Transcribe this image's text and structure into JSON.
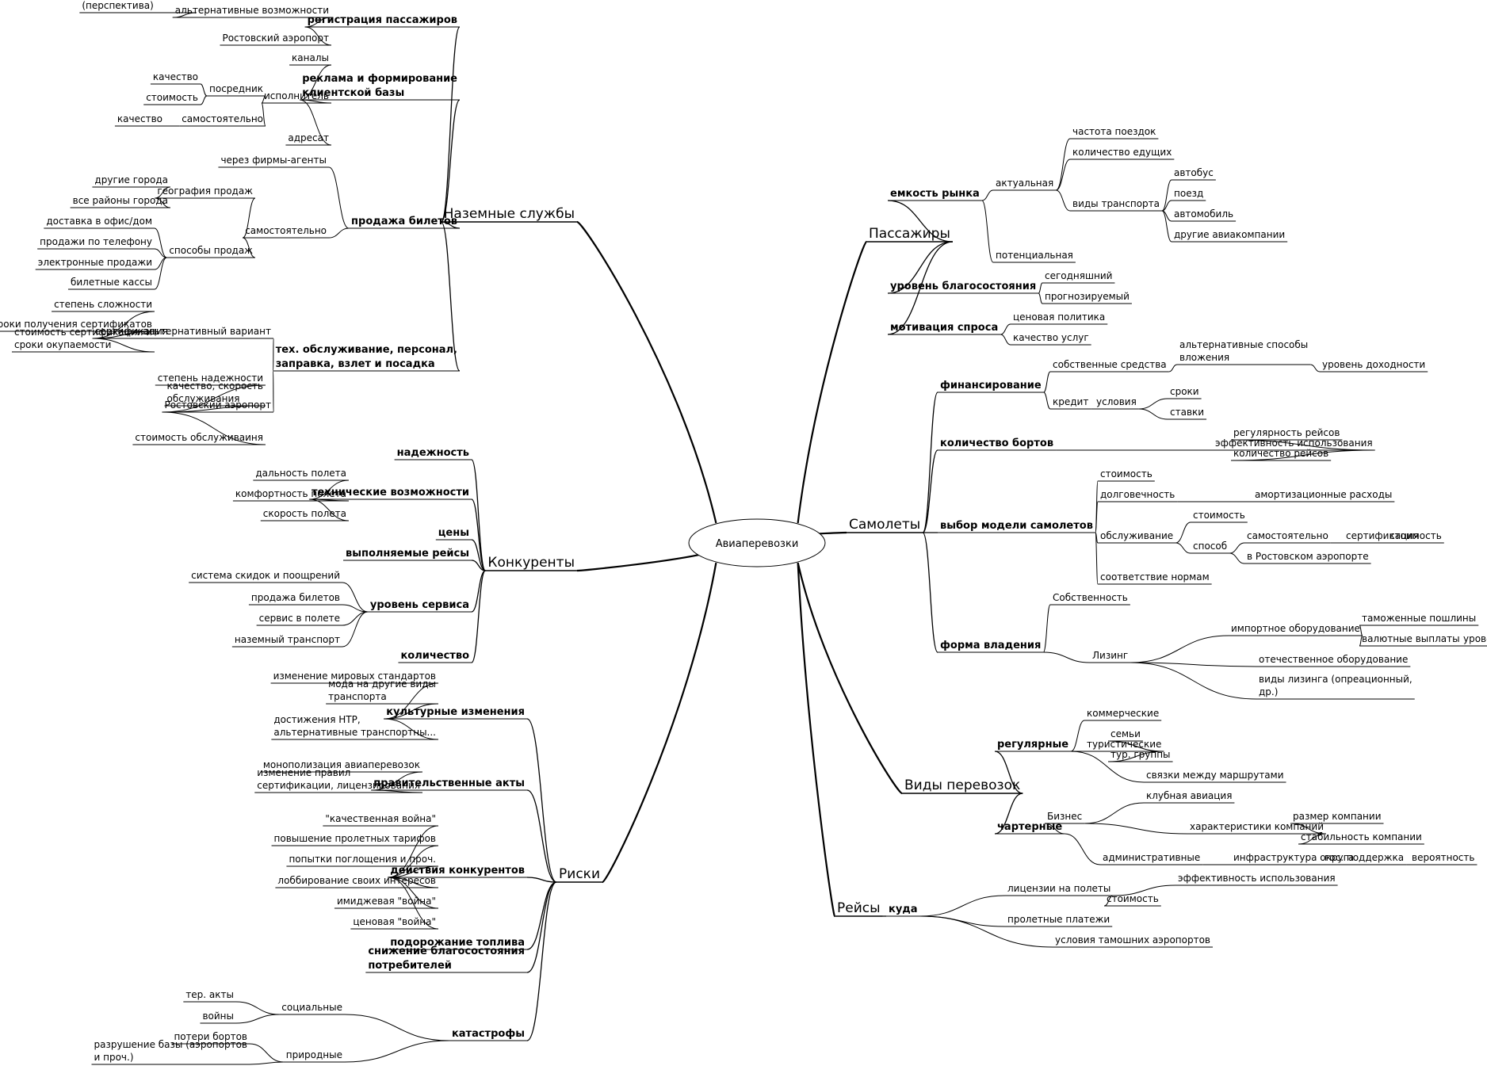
{
  "title": "Авиаперевозки",
  "branches": [
    {
      "id": "ground",
      "label": "Наземные службы",
      "children": [
        {
          "id": "reg",
          "label": "регистрация пассажиров",
          "children": [
            {
              "id": "reg_alt",
              "label": "альтернативные возможности",
              "children": [
                {
                  "id": "reg_alt_city",
                  "label": "городской аэровокзал (перспектива)"
                }
              ]
            },
            {
              "id": "reg_rostov",
              "label": "Ростовский аэропорт"
            }
          ]
        },
        {
          "id": "ads",
          "label": "реклама и формирование клиентской базы",
          "children": [
            {
              "id": "ads_channels",
              "label": "каналы"
            },
            {
              "id": "ads_exec",
              "label": "исполнитель",
              "children": [
                {
                  "id": "ads_middle",
                  "label": "посредник",
                  "children": [
                    {
                      "id": "ads_mid_q",
                      "label": "качество"
                    },
                    {
                      "id": "ads_mid_c",
                      "label": "стоимость"
                    }
                  ]
                },
                {
                  "id": "ads_self",
                  "label": "самостоятельно",
                  "children": [
                    {
                      "id": "ads_self_q",
                      "label": "качество"
                    }
                  ]
                }
              ]
            },
            {
              "id": "ads_target",
              "label": "адресат"
            }
          ]
        },
        {
          "id": "tickets",
          "label": "продажа билетов",
          "children": [
            {
              "id": "t_agents",
              "label": "через фирмы-агенты"
            },
            {
              "id": "t_self",
              "label": "самостоятельно",
              "children": [
                {
                  "id": "t_geo",
                  "label": "география продаж",
                  "children": [
                    {
                      "id": "t_geo_1",
                      "label": "другие города"
                    },
                    {
                      "id": "t_geo_2",
                      "label": "все районы города"
                    }
                  ]
                },
                {
                  "id": "t_ways",
                  "label": "способы продаж",
                  "children": [
                    {
                      "id": "t_w1",
                      "label": "доставка в офис/дом"
                    },
                    {
                      "id": "t_w2",
                      "label": "продажи по телефону"
                    },
                    {
                      "id": "t_w3",
                      "label": "электронные продажи"
                    },
                    {
                      "id": "t_w4",
                      "label": "билетные кассы"
                    }
                  ]
                }
              ]
            }
          ]
        },
        {
          "id": "tech",
          "label": "тех. обслуживание, персонал, заправка, взлет и посадка",
          "children": [
            {
              "id": "tech_alt",
              "label": "альтернативный вариант",
              "children": [
                {
                  "id": "tech_cert",
                  "label": "сертификация",
                  "children": [
                    {
                      "id": "tc1",
                      "label": "степень сложности"
                    },
                    {
                      "id": "tc2",
                      "label": "сроки получения сертификатов"
                    },
                    {
                      "id": "tc3",
                      "label": "стоимость сертификации и сроки окупаемости"
                    }
                  ]
                }
              ]
            },
            {
              "id": "tech_rostov",
              "label": "Ростовский аэропорт",
              "children": [
                {
                  "id": "tr1",
                  "label": "степень надежности"
                },
                {
                  "id": "tr2",
                  "label": "качество, скорость обслуживания"
                },
                {
                  "id": "tr3",
                  "label": "стоимость обслуживаиня"
                }
              ]
            }
          ]
        }
      ]
    },
    {
      "id": "comp",
      "label": "Конкуренты",
      "children": [
        {
          "id": "c_rel",
          "label": "надежность"
        },
        {
          "id": "c_tech",
          "label": "технические возможности",
          "children": [
            {
              "id": "ct1",
              "label": "дальность полета"
            },
            {
              "id": "ct2",
              "label": "комфортность полета"
            },
            {
              "id": "ct3",
              "label": "скорость полета"
            }
          ]
        },
        {
          "id": "c_price",
          "label": "цены"
        },
        {
          "id": "c_flights",
          "label": "выполняемые рейсы"
        },
        {
          "id": "c_serv",
          "label": "уровень сервиса",
          "children": [
            {
              "id": "cs1",
              "label": "система скидок и поощрений"
            },
            {
              "id": "cs2",
              "label": "продажа билетов"
            },
            {
              "id": "cs3",
              "label": "сервис в полете"
            },
            {
              "id": "cs4",
              "label": "наземный транспорт"
            }
          ]
        },
        {
          "id": "c_qty",
          "label": "количество"
        }
      ]
    },
    {
      "id": "risks",
      "label": "Риски",
      "children": [
        {
          "id": "r_cult",
          "label": "культурные изменения",
          "children": [
            {
              "id": "rc1",
              "label": "изменение мировых стандартов"
            },
            {
              "id": "rc2",
              "label": "мода на другие виды транспорта"
            },
            {
              "id": "rc3",
              "label": "достижения НТР, альтернативные транспортны..."
            }
          ]
        },
        {
          "id": "r_gov",
          "label": "правительственные акты",
          "children": [
            {
              "id": "rg1",
              "label": "монополизация авиаперевозок"
            },
            {
              "id": "rg2",
              "label": "изменение правил сертификации, лицензирования"
            }
          ]
        },
        {
          "id": "r_comp",
          "label": "действия конкурентов",
          "children": [
            {
              "id": "rk1",
              "label": "\"качественная война\""
            },
            {
              "id": "rk2",
              "label": "повышение пролетных тарифов"
            },
            {
              "id": "rk3",
              "label": "попытки поглощения и проч."
            },
            {
              "id": "rk4",
              "label": "лоббирование своих интересов"
            },
            {
              "id": "rk5",
              "label": "имиджевая \"война\""
            },
            {
              "id": "rk6",
              "label": "ценовая \"война\""
            }
          ]
        },
        {
          "id": "r_fuel",
          "label": "подорожание топлива"
        },
        {
          "id": "r_welfare",
          "label": "снижение благосостояния потребителей"
        },
        {
          "id": "r_cat",
          "label": "катастрофы",
          "children": [
            {
              "id": "r_social",
              "label": "социальные",
              "children": [
                {
                  "id": "rs1",
                  "label": "тер. акты"
                },
                {
                  "id": "rs2",
                  "label": "войны"
                }
              ]
            },
            {
              "id": "r_nature",
              "label": "природные",
              "children": [
                {
                  "id": "rn1",
                  "label": "потери бортов"
                },
                {
                  "id": "rn2",
                  "label": "разрушение базы (аэропортов и проч.)"
                }
              ]
            }
          ]
        }
      ]
    },
    {
      "id": "pass",
      "label": "Пассажиры",
      "children": [
        {
          "id": "p_cap",
          "label": "емкость рынка",
          "children": [
            {
              "id": "p_actual",
              "label": "актуальная",
              "children": [
                {
                  "id": "pa1",
                  "label": "частота поездок"
                },
                {
                  "id": "pa2",
                  "label": "количество едущих"
                },
                {
                  "id": "pa3",
                  "label": "виды транспорта",
                  "children": [
                    {
                      "id": "pv1",
                      "label": "автобус"
                    },
                    {
                      "id": "pv2",
                      "label": "поезд"
                    },
                    {
                      "id": "pv3",
                      "label": "автомобиль"
                    },
                    {
                      "id": "pv4",
                      "label": "другие авиакомпании"
                    }
                  ]
                }
              ]
            },
            {
              "id": "p_pot",
              "label": "потенциальная"
            }
          ]
        },
        {
          "id": "p_welfare",
          "label": "уровень благосостояния",
          "children": [
            {
              "id": "pw1",
              "label": "сегодняшний"
            },
            {
              "id": "pw2",
              "label": "прогнозируемый"
            }
          ]
        },
        {
          "id": "p_motiv",
          "label": "мотивация спроса",
          "children": [
            {
              "id": "pm1",
              "label": "ценовая политика"
            },
            {
              "id": "pm2",
              "label": "качество услуг"
            }
          ]
        }
      ]
    },
    {
      "id": "planes",
      "label": "Самолеты",
      "children": [
        {
          "id": "pl_fin",
          "label": "финансирование",
          "children": [
            {
              "id": "pf_own",
              "label": "собственные средства",
              "children": [
                {
                  "id": "pf_alt",
                  "label": "альтернативные способы вложения",
                  "children": [
                    {
                      "id": "pf_inc",
                      "label": "уровень доходности"
                    }
                  ]
                }
              ]
            },
            {
              "id": "pf_credit",
              "label": "кредит",
              "children": [
                {
                  "id": "pf_cond",
                  "label": "условия",
                  "children": [
                    {
                      "id": "pfc1",
                      "label": "сроки"
                    },
                    {
                      "id": "pfc2",
                      "label": "ставки"
                    }
                  ]
                }
              ]
            }
          ]
        },
        {
          "id": "pl_qty",
          "label": "количество бортов",
          "children": [
            {
              "id": "pq_eff",
              "label": "эффективность использования",
              "children": [
                {
                  "id": "pq1",
                  "label": "регулярность рейсов"
                },
                {
                  "id": "pq2",
                  "label": "количество рейсов"
                }
              ]
            }
          ]
        },
        {
          "id": "pl_model",
          "label": "выбор модели самолетов",
          "children": [
            {
              "id": "pm_cost",
              "label": "стоимость"
            },
            {
              "id": "pm_dur",
              "label": "долговечность",
              "children": [
                {
                  "id": "pm_am",
                  "label": "амортизационные расходы"
                }
              ]
            },
            {
              "id": "pm_serv",
              "label": "обслуживание",
              "children": [
                {
                  "id": "pms_cost",
                  "label": "стоимость"
                },
                {
                  "id": "pms_way",
                  "label": "способ",
                  "children": [
                    {
                      "id": "pmw_self",
                      "label": "самостоятельно",
                      "children": [
                        {
                          "id": "pmw_cert",
                          "label": "сертификация",
                          "children": [
                            {
                              "id": "pmw_cost",
                              "label": "стоимость"
                            }
                          ]
                        }
                      ]
                    },
                    {
                      "id": "pmw_rostov",
                      "label": "в Ростовском аэропорте"
                    }
                  ]
                }
              ]
            },
            {
              "id": "pm_norm",
              "label": "соответствие нормам"
            }
          ]
        },
        {
          "id": "pl_own",
          "label": "форма владения",
          "children": [
            {
              "id": "po_own",
              "label": "Собственность"
            },
            {
              "id": "po_lease",
              "label": "Лизинг",
              "children": [
                {
                  "id": "pol_imp",
                  "label": "импортное оборудование",
                  "children": [
                    {
                      "id": "poi1",
                      "label": "таможенные пошлины"
                    },
                    {
                      "id": "poi2",
                      "label": "валютные выплаты",
                      "children": [
                        {
                          "id": "poi_inf",
                          "label": "уровень инфляции"
                        }
                      ]
                    }
                  ]
                },
                {
                  "id": "pol_dom",
                  "label": "отечественное оборудование"
                },
                {
                  "id": "pol_types",
                  "label": "виды лизинга (опреационный, др.)"
                }
              ]
            }
          ]
        }
      ]
    },
    {
      "id": "types",
      "label": "Виды перевозок",
      "children": [
        {
          "id": "ty_reg",
          "label": "регулярные",
          "children": [
            {
              "id": "tyr1",
              "label": "коммерческие"
            },
            {
              "id": "tyr2",
              "label": "туристические",
              "children": [
                {
                  "id": "tyt1",
                  "label": "семьи"
                },
                {
                  "id": "tyt2",
                  "label": "тур. группы"
                }
              ]
            },
            {
              "id": "tyr3",
              "label": "связки между маршрутами"
            }
          ]
        },
        {
          "id": "ty_ch",
          "label": "чартерные",
          "children": [
            {
              "id": "tyc_bus",
              "label": "Бизнес",
              "children": [
                {
                  "id": "tyb1",
                  "label": "клубная авиация"
                },
                {
                  "id": "tyb2",
                  "label": "характеристики компаний",
                  "children": [
                    {
                      "id": "tyb21",
                      "label": "размер компании"
                    },
                    {
                      "id": "tyb22",
                      "label": "стабильность компании"
                    }
                  ]
                }
              ]
            },
            {
              "id": "tyc_adm",
              "label": "административные",
              "children": [
                {
                  "id": "tya1",
                  "label": "инфраструктура округа",
                  "children": [
                    {
                      "id": "tya2",
                      "label": "гос. поддержка",
                      "children": [
                        {
                          "id": "tya3",
                          "label": "вероятность"
                        }
                      ]
                    }
                  ]
                }
              ]
            }
          ]
        }
      ]
    },
    {
      "id": "flights",
      "label": "Рейсы",
      "children": [
        {
          "id": "fl_where",
          "label": "куда",
          "children": [
            {
              "id": "flw_lic",
              "label": "лицензии на полеты",
              "children": [
                {
                  "id": "flwl1",
                  "label": "эффективность использования"
                },
                {
                  "id": "flwl2",
                  "label": "стоимость"
                }
              ]
            },
            {
              "id": "flw_fee",
              "label": "пролетные платежи"
            },
            {
              "id": "flw_cust",
              "label": "условия тамошних аэропортов"
            }
          ]
        }
      ]
    }
  ]
}
